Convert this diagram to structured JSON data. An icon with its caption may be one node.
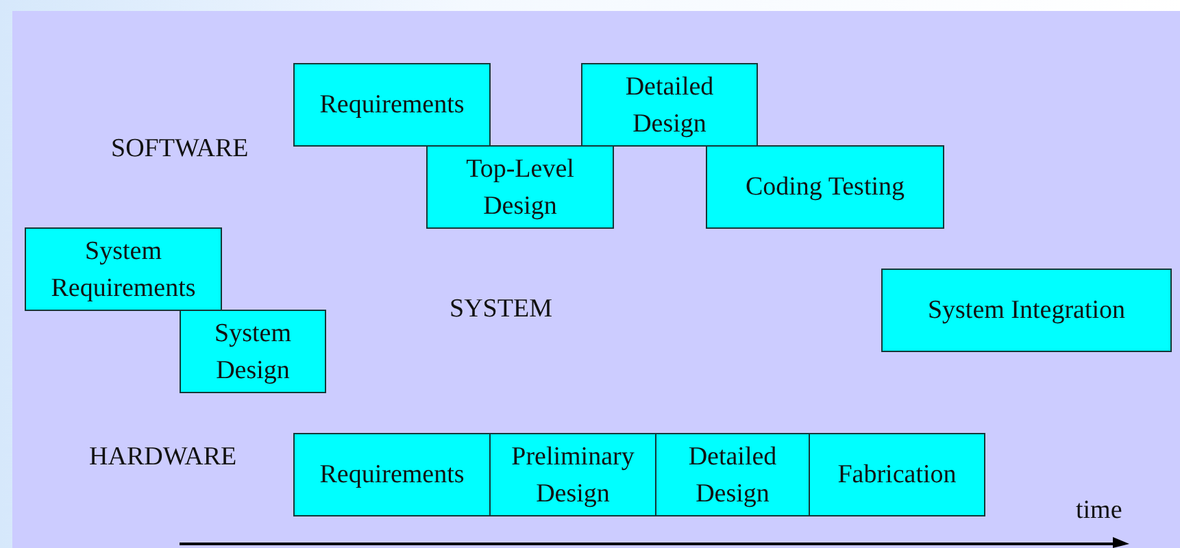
{
  "diagram": {
    "nodes": [
      {
        "text": [
          "Requirements"
        ]
      },
      {
        "text": [
          "Top-Level Design"
        ]
      },
      {
        "text": [
          "Detailed Design"
        ]
      },
      {
        "text": [
          "Coding Testing"
        ]
      },
      {
        "text": [
          "System Requirements"
        ]
      },
      {
        "text": [
          "System Design"
        ]
      },
      {
        "text": [
          "System Integration"
        ]
      },
      {
        "text": [
          "Requirements"
        ]
      },
      {
        "text": [
          "Preliminary Design"
        ]
      },
      {
        "text": [
          "Detailed Design"
        ]
      },
      {
        "text": [
          "Fabrication"
        ]
      }
    ],
    "edges": [],
    "labels": [
      "SOFTWARE",
      "SYSTEM",
      "HARDWARE",
      "time"
    ]
  }
}
